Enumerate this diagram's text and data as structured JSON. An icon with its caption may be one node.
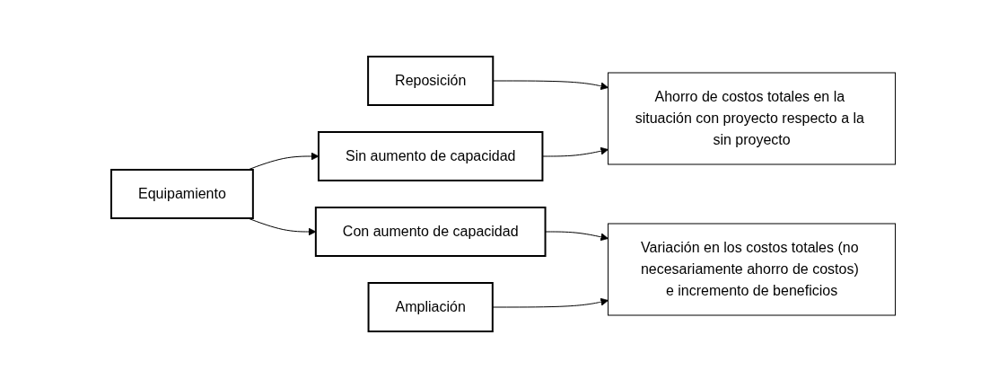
{
  "diagram": {
    "nodes": [
      {
        "text": [
          "Reposición"
        ]
      },
      {
        "text": [
          "Equipamiento"
        ]
      },
      {
        "text": [
          "Ampliación"
        ]
      },
      {
        "text": [
          "Sin aumento de capacidad"
        ]
      },
      {
        "text": [
          "Con aumento de capacidad"
        ]
      },
      {
        "text": [
          "Ahorro de costos totales en la situación con proyecto respecto a la sin proyecto"
        ]
      },
      {
        "text": [
          "Variación en los costos totales (no necesariamente ahorro de costos) e incremento de beneficios"
        ]
      }
    ],
    "edges": [
      {
        "from": 0,
        "to": 5,
        "arrow": "to"
      },
      {
        "from": 1,
        "to": 3,
        "arrow": "to"
      },
      {
        "from": 1,
        "to": 4,
        "arrow": "to"
      },
      {
        "from": 3,
        "to": 5,
        "arrow": "to"
      },
      {
        "from": 4,
        "to": 6,
        "arrow": "to"
      },
      {
        "from": 2,
        "to": 6,
        "arrow": "to"
      }
    ]
  }
}
